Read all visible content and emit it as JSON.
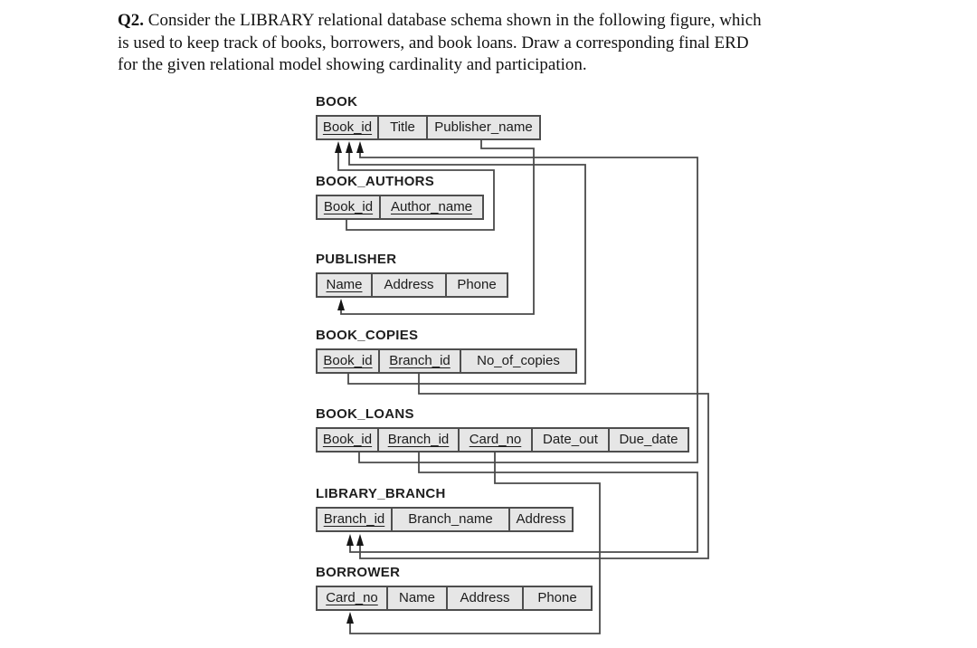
{
  "question": {
    "number": "Q2.",
    "lines": [
      "Consider the LIBRARY relational database schema shown in the following figure, which",
      "is used to keep track of books, borrowers, and book loans. Draw a corresponding final ERD",
      "for the given relational model showing cardinality and participation."
    ]
  },
  "tables": [
    {
      "name": "BOOK",
      "columns": [
        {
          "label": "Book_id",
          "pk": true
        },
        {
          "label": "Title",
          "pk": false
        },
        {
          "label": "Publisher_name",
          "pk": false
        }
      ]
    },
    {
      "name": "BOOK_AUTHORS",
      "columns": [
        {
          "label": "Book_id",
          "pk": true
        },
        {
          "label": "Author_name",
          "pk": true
        }
      ]
    },
    {
      "name": "PUBLISHER",
      "columns": [
        {
          "label": "Name",
          "pk": true
        },
        {
          "label": "Address",
          "pk": false
        },
        {
          "label": "Phone",
          "pk": false
        }
      ]
    },
    {
      "name": "BOOK_COPIES",
      "columns": [
        {
          "label": "Book_id",
          "pk": true
        },
        {
          "label": "Branch_id",
          "pk": true
        },
        {
          "label": "No_of_copies",
          "pk": false
        }
      ]
    },
    {
      "name": "BOOK_LOANS",
      "columns": [
        {
          "label": "Book_id",
          "pk": true
        },
        {
          "label": "Branch_id",
          "pk": true
        },
        {
          "label": "Card_no",
          "pk": true
        },
        {
          "label": "Date_out",
          "pk": false
        },
        {
          "label": "Due_date",
          "pk": false
        }
      ]
    },
    {
      "name": "LIBRARY_BRANCH",
      "columns": [
        {
          "label": "Branch_id",
          "pk": true
        },
        {
          "label": "Branch_name",
          "pk": false
        },
        {
          "label": "Address",
          "pk": false
        }
      ]
    },
    {
      "name": "BORROWER",
      "columns": [
        {
          "label": "Card_no",
          "pk": true
        },
        {
          "label": "Name",
          "pk": false
        },
        {
          "label": "Address",
          "pk": false
        },
        {
          "label": "Phone",
          "pk": false
        }
      ]
    }
  ],
  "relationships": [
    {
      "from": "BOOK_AUTHORS.Book_id",
      "to": "BOOK.Book_id"
    },
    {
      "from": "BOOK_COPIES.Book_id",
      "to": "BOOK.Book_id"
    },
    {
      "from": "BOOK_LOANS.Book_id",
      "to": "BOOK.Book_id"
    },
    {
      "from": "BOOK.Publisher_name",
      "to": "PUBLISHER.Name"
    },
    {
      "from": "BOOK_COPIES.Branch_id",
      "to": "LIBRARY_BRANCH.Branch_id"
    },
    {
      "from": "BOOK_LOANS.Branch_id",
      "to": "LIBRARY_BRANCH.Branch_id"
    },
    {
      "from": "BOOK_LOANS.Card_no",
      "to": "BORROWER.Card_no"
    }
  ],
  "colors": {
    "cell_fill": "#e6e6e6",
    "table_border": "#4e4e4e",
    "connector_line": "#4a4a4a",
    "arrowhead": "#161616",
    "text": "#1c1c1c"
  }
}
